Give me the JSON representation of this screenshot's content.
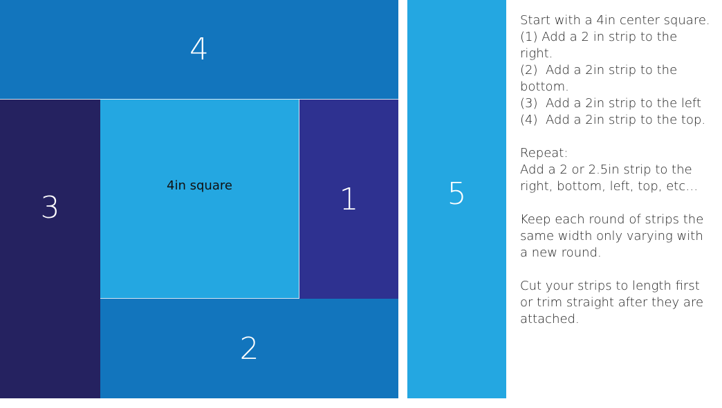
{
  "colors": {
    "strip_4": "#1275bd",
    "strip_3": "#252260",
    "center": "#24a7e1",
    "strip_1": "#2e3190",
    "strip_2": "#1275bd",
    "strip_5": "#24a7e1"
  },
  "diagram": {
    "strip_4_label": "4",
    "strip_3_label": "3",
    "center_label": "4in square",
    "strip_1_label": "1",
    "strip_2_label": "2",
    "strip_5_label": "5"
  },
  "instructions": {
    "lines": [
      "Start with a 4in center square.",
      "(1) Add a 2 in strip to the",
      "right.",
      "(2)  Add a 2in strip to the",
      "bottom.",
      "(3)  Add a 2in strip to the left",
      "(4)  Add a 2in strip to the top.",
      "",
      "Repeat:",
      "Add a 2 or 2.5in strip to the",
      "right, bottom, left, top, etc…",
      "",
      "Keep each round of strips the",
      "same width only varying with",
      "a new round.",
      "",
      "Cut your strips to length first",
      "or trim straight after they are",
      "attached."
    ]
  }
}
